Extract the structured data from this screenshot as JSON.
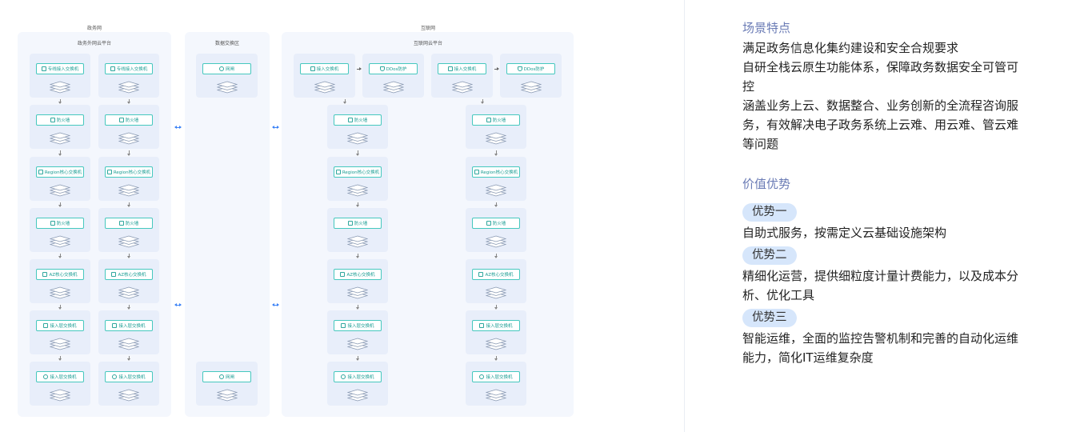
{
  "diagram": {
    "zones": {
      "gov": "政务网",
      "exchange": "数据交换区",
      "internet": "互联网"
    },
    "panels": {
      "gov_cloud": "政务外网云平台",
      "internet_cloud": "互联网云平台"
    },
    "device_labels": {
      "dedicated_access_switch": "专线接入交换机",
      "access_switch": "接入交换机",
      "firewall": "防火墙",
      "region_core_switch": "Region核心交换机",
      "az_core_switch": "AZ核心交换机",
      "access_layer_switch": "接入层交换机",
      "gatekeeper": "网闸",
      "ddos": "DDos防护"
    },
    "icons": {
      "switch": "switch-icon",
      "firewall": "firewall-icon",
      "monitor": "monitor-icon",
      "shield": "shield-icon",
      "globe": "globe-icon"
    },
    "colors": {
      "panel_bg": "#f4f7fd",
      "tile_bg": "#e8eefa",
      "label_border": "#46c8be",
      "label_text": "#1a9d93",
      "link_arrow": "#3b82f6"
    }
  },
  "features": {
    "title": "场景特点",
    "lines": [
      "满足政务信息化集约建设和安全合规要求",
      "自研全栈云原生功能体系，保障政务数据安全可管可",
      "控",
      "涵盖业务上云、数据整合、业务创新的全流程咨询服",
      "务，有效解决电子政务系统上云难、用云难、管云难",
      "等问题"
    ]
  },
  "value": {
    "title": "价值优势",
    "items": [
      {
        "tag": "优势一",
        "lines": [
          "自助式服务，按需定义云基础设施架构"
        ]
      },
      {
        "tag": "优势二",
        "lines": [
          "精细化运营，提供细粒度计量计费能力，以及成本分",
          "析、优化工具"
        ]
      },
      {
        "tag": "优势三",
        "lines": [
          "智能运维，全面的监控告警机制和完善的自动化运维",
          "能力，简化IT运维复杂度"
        ]
      }
    ]
  }
}
